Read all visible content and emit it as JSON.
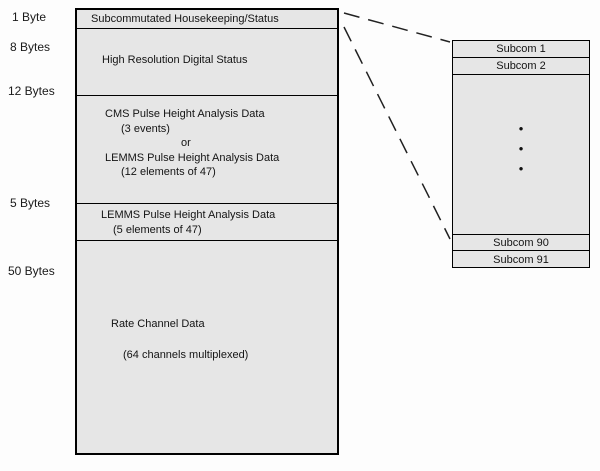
{
  "byte_labels": [
    "1 Byte",
    "8 Bytes",
    "12 Bytes",
    "5 Bytes",
    "50 Bytes"
  ],
  "frame": {
    "housekeeping": {
      "line1": "Subcommutated Housekeeping/Status"
    },
    "hires": {
      "line1": "High Resolution Digital Status"
    },
    "pha": {
      "line1": "CMS Pulse Height Analysis Data",
      "line2": "(3 events)",
      "line3": "or",
      "line4": "LEMMS Pulse Height Analysis Data",
      "line5": "(12 elements of 47)"
    },
    "lemms": {
      "line1": "LEMMS Pulse Height Analysis Data",
      "line2": "(5 elements of 47)"
    },
    "rate": {
      "line1": "Rate Channel Data",
      "line2": "(64 channels multiplexed)"
    }
  },
  "subcom": {
    "row1": "Subcom 1",
    "row2": "Subcom 2",
    "row90": "Subcom 90",
    "row91": "Subcom 91",
    "dot": "•"
  },
  "colors": {
    "box_fill": "#e6e6e6",
    "line": "#000000"
  }
}
